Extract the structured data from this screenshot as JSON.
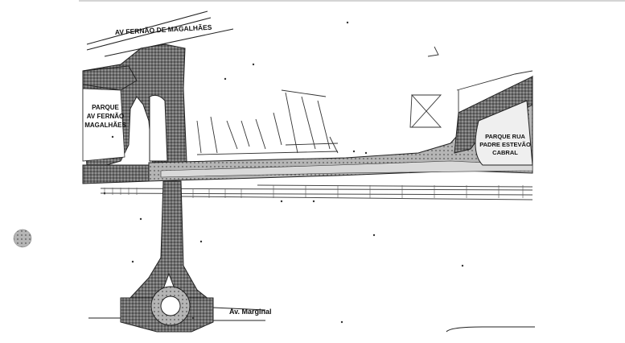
{
  "map": {
    "labels": {
      "av_fernao_magalhaes": "AV FERNÃO DE MAGALHÃES",
      "parque_fernao_l1": "PARQUE",
      "parque_fernao_l2": "AV FERNÃO",
      "parque_fernao_l3": "MAGALHÃES",
      "parque_padre_l1": "PARQUE RUA",
      "parque_padre_l2": "PADRE ESTEVÃO",
      "parque_padre_l3": "CABRAL",
      "av_marginal": "Av. Marginal"
    }
  }
}
